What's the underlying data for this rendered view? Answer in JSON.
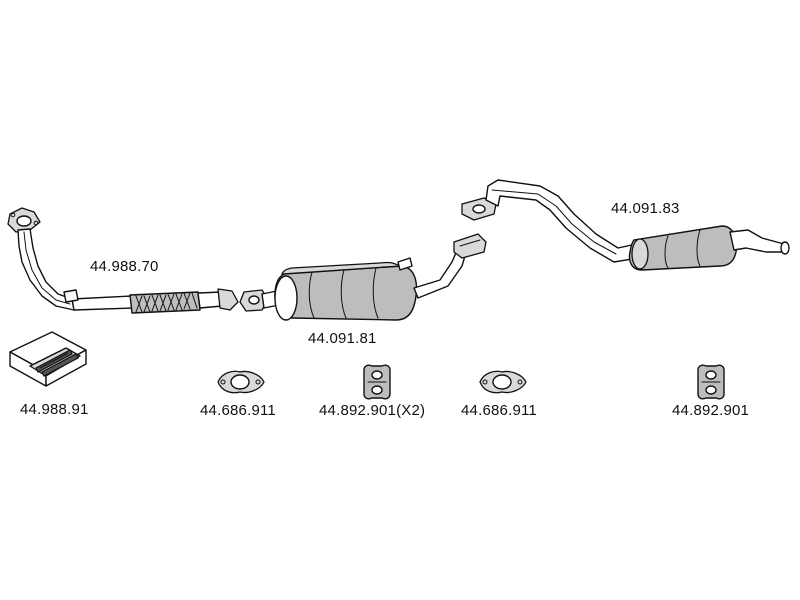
{
  "parts": {
    "front_pipe": {
      "code": "44.988.70"
    },
    "middle_silencer": {
      "code": "44.091.81"
    },
    "rear_silencer": {
      "code": "44.091.83"
    },
    "mounting_kit": {
      "code": "44.988.91"
    },
    "gasket_front": {
      "code": "44.686.911"
    },
    "rubber_mount_pair": {
      "code": "44.892.901(X2)"
    },
    "gasket_rear": {
      "code": "44.686.911"
    },
    "rubber_mount_single": {
      "code": "44.892.901"
    }
  },
  "colors": {
    "line": "#111111",
    "shade": "#bdbdbd",
    "background": "#ffffff"
  }
}
